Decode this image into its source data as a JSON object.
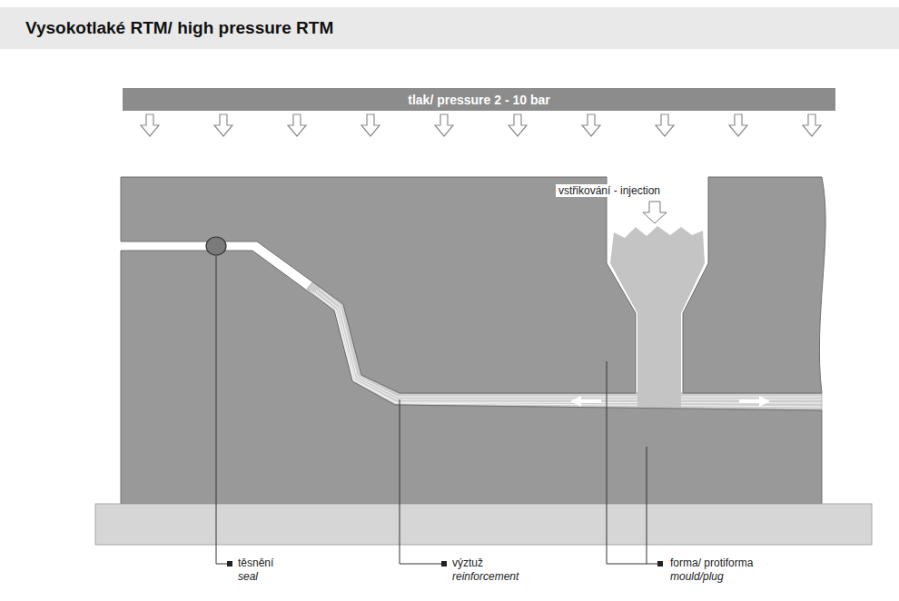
{
  "diagram": {
    "title": "Vysokotlaké RTM/ high pressure RTM",
    "nodes": [
      {
        "text": [
          "tlak/ pressure 2 - 10 bar"
        ]
      }
    ],
    "labels": [
      "vstřikování - injection",
      "těsnění",
      "seal",
      "výztuž",
      "reinforcement",
      "forma/ protiforma",
      "mould/plug"
    ]
  }
}
